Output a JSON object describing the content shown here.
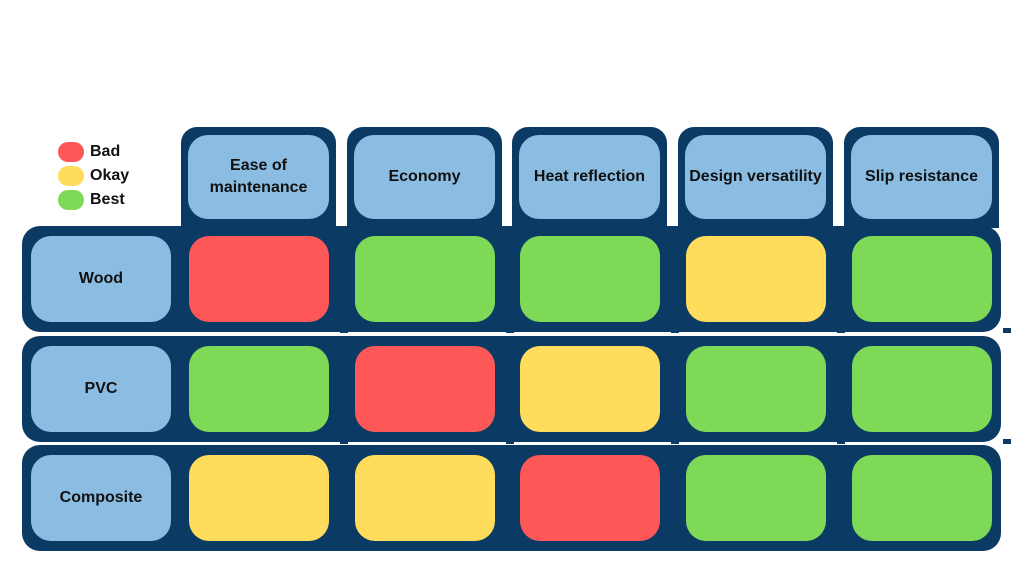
{
  "colors": {
    "frame": "#0b3a64",
    "header": "#8bbde3",
    "bad": "#fd5757",
    "okay": "#ffdc5b",
    "best": "#7ed957"
  },
  "legend": [
    {
      "label": "Bad",
      "color": "#fd5757"
    },
    {
      "label": "Okay",
      "color": "#ffdc5b"
    },
    {
      "label": "Best",
      "color": "#7ed957"
    }
  ],
  "columns": [
    "Ease of maintenance",
    "Economy",
    "Heat reflection",
    "Design versatility",
    "Slip resistance"
  ],
  "rows": [
    {
      "label": "Wood",
      "ratings": [
        "Bad",
        "Best",
        "Best",
        "Okay",
        "Best"
      ]
    },
    {
      "label": "PVC",
      "ratings": [
        "Best",
        "Bad",
        "Okay",
        "Best",
        "Best"
      ]
    },
    {
      "label": "Composite",
      "ratings": [
        "Okay",
        "Okay",
        "Bad",
        "Best",
        "Best"
      ]
    }
  ]
}
